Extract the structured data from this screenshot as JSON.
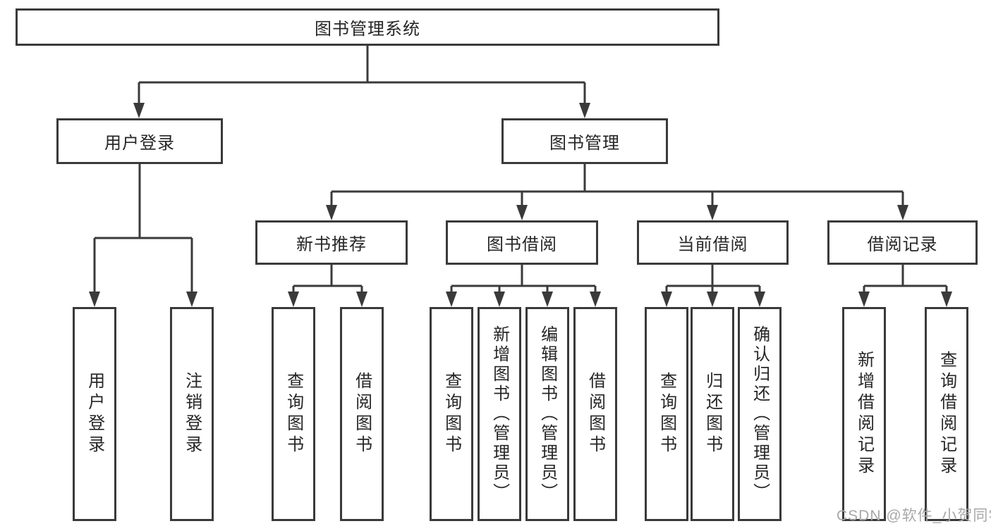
{
  "nodes": {
    "root": "图书管理系统",
    "user_login": "用户登录",
    "book_mgmt": "图书管理",
    "new_book_rec": "新书推荐",
    "book_borrow": "图书借阅",
    "current_borrow": "当前借阅",
    "borrow_record": "借阅记录",
    "leaf_user_login": "用户登录",
    "leaf_logout": "注销登录",
    "rec_query": "查询图书",
    "rec_borrow": "借阅图书",
    "bb_query": "查询图书",
    "bb_add": "新增图书（管理员）",
    "bb_edit": "编辑图书（管理员）",
    "bb_borrow": "借阅图书",
    "cb_query": "查询图书",
    "cb_return": "归还图书",
    "cb_confirm": "确认归还（管理员）",
    "br_add": "新增借阅记录",
    "br_query": "查询借阅记录"
  },
  "watermark": "CSDN @软件_小贺同学",
  "colors": {
    "line": "#3a3a3a",
    "box_border": "#3a3a3a",
    "text": "#262626",
    "watermark": "#a8a8a8",
    "background": "#ffffff"
  }
}
